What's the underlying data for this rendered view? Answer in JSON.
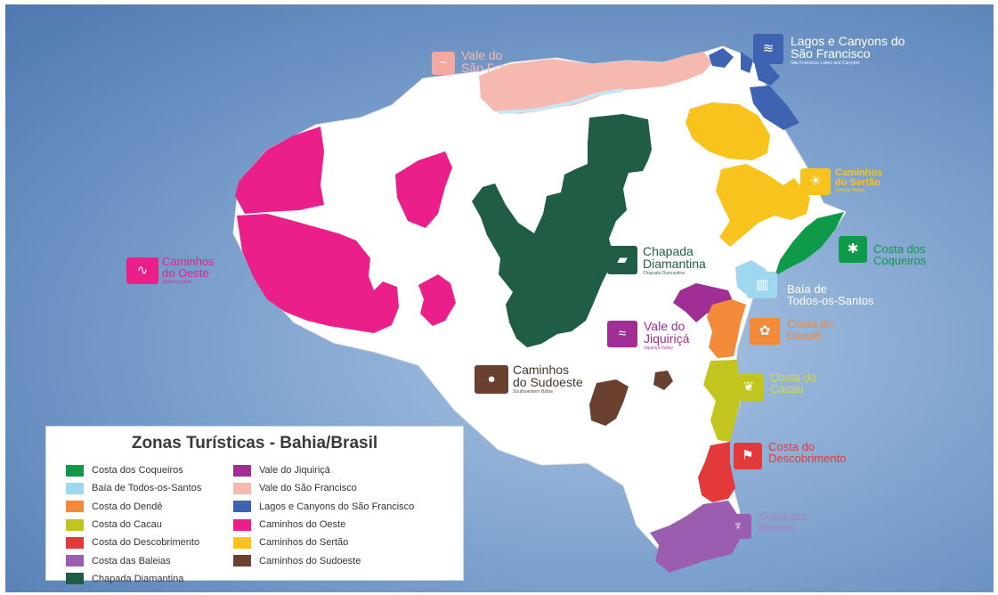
{
  "legend": {
    "title": "Zonas Turísticas - Bahia/Brasil",
    "col1": [
      {
        "label": "Costa dos Coqueiros",
        "color": "#0f9a4a"
      },
      {
        "label": "Baía de Todos-os-Santos",
        "color": "#9fd6f0"
      },
      {
        "label": "Costa do Dendê",
        "color": "#f28a3a"
      },
      {
        "label": "Costa do Cacau",
        "color": "#c2c41f"
      },
      {
        "label": "Costa do Descobrimento",
        "color": "#e4393b"
      },
      {
        "label": "Costa das Baleias",
        "color": "#9a5db0"
      },
      {
        "label": "Chapada Diamantina",
        "color": "#1f5e45"
      }
    ],
    "col2": [
      {
        "label": "Vale do Jiquiriçá",
        "color": "#a12e95"
      },
      {
        "label": "Vale do São Francisco",
        "color": "#f6b9b0"
      },
      {
        "label": "Lagos e Canyons do São Francisco",
        "color": "#3e63b0"
      },
      {
        "label": "Caminhos do Oeste",
        "color": "#ea1f8a"
      },
      {
        "label": "Caminhos do Sertão",
        "color": "#f7c31c"
      },
      {
        "label": "Caminhos do Sudoeste",
        "color": "#6a4030"
      }
    ]
  },
  "labels": {
    "vale_sf": {
      "l1": "Vale do",
      "l2": "São Francisco"
    },
    "lagos": {
      "l1": "Lagos e Canyons do",
      "l2": "São Francisco",
      "sub": "São Francisco Lakes and Canyons"
    },
    "sertao": {
      "l1": "Caminhos",
      "l2": "do Sertão",
      "sub": "Sertanz Bahia"
    },
    "coqueiros": {
      "l1": "Costa dos",
      "l2": "Coqueiros"
    },
    "oeste": {
      "l1": "Caminhos",
      "l2": "do Oeste",
      "sub": "Western Bahia"
    },
    "chapada": {
      "l1": "Chapada",
      "l2": "Diamantina",
      "sub": "Chapada Diamantina"
    },
    "baia": {
      "l1": "Baía de",
      "l2": "Todos-os-Santos"
    },
    "jiquirica": {
      "l1": "Vale do",
      "l2": "Jiquiriçá",
      "sub": "Jiquiriçá Valley"
    },
    "dende": {
      "l1": "Costa do",
      "l2": "Dendê"
    },
    "sudoeste": {
      "l1": "Caminhos",
      "l2": "do Sudoeste",
      "sub": "Southwestern Bahia"
    },
    "cacau": {
      "l1": "Costa do",
      "l2": "Cacau"
    },
    "descobrimento": {
      "l1": "Costa do",
      "l2": "Descobrimento"
    },
    "baleias": {
      "l1": "Costa das",
      "l2": "Baleias"
    }
  },
  "icons": {
    "vale_sf": "river-fish-icon",
    "lagos": "canyon-waves-icon",
    "sertao": "cactus-sun-icon",
    "coqueiros": "palm-tree-icon",
    "oeste": "road-wave-icon",
    "chapada": "plateau-icon",
    "baia": "city-skyline-icon",
    "jiquirica": "valley-river-icon",
    "dende": "flower-icon",
    "sudoeste": "coffee-beans-icon",
    "cacau": "cacao-pod-icon",
    "descobrimento": "caravel-icon",
    "baleias": "whale-tail-icon"
  }
}
